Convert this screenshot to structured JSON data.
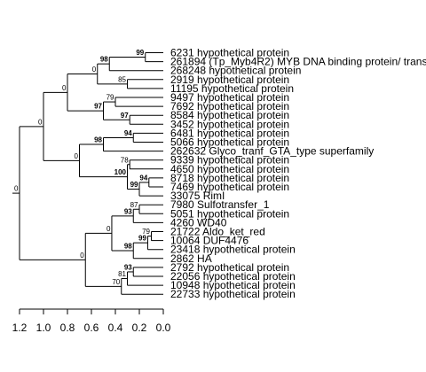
{
  "tips": [
    {
      "id": "t1",
      "label": "6231 hypothetical protein"
    },
    {
      "id": "t2",
      "label": "261894 (Tp_Myb4R2) MYB DNA binding protein/ trans"
    },
    {
      "id": "t3",
      "label": "268248 hypothetical protein"
    },
    {
      "id": "t4",
      "label": "2919 hypothetical protein"
    },
    {
      "id": "t5",
      "label": "11195 hypothetical protein"
    },
    {
      "id": "t6",
      "label": "9497 hypothetical protein"
    },
    {
      "id": "t7",
      "label": "7692 hypothetical protein"
    },
    {
      "id": "t8",
      "label": "8584 hypothetical protein"
    },
    {
      "id": "t9",
      "label": "3452 hypothetical protein"
    },
    {
      "id": "t10",
      "label": "6481 hypothetical protein"
    },
    {
      "id": "t11",
      "label": "5066 hypothetical protein"
    },
    {
      "id": "t12",
      "label": "262632 Glyco_tranf_GTA_type superfamily"
    },
    {
      "id": "t13",
      "label": "9339 hypothetical protein"
    },
    {
      "id": "t14",
      "label": "4650 hypothetical protein"
    },
    {
      "id": "t15",
      "label": "8718 hypothetical protein"
    },
    {
      "id": "t16",
      "label": "7469 hypothetical protein"
    },
    {
      "id": "t17",
      "label": "33075 RimI"
    },
    {
      "id": "t18",
      "label": "7980 Sulfotransfer_1"
    },
    {
      "id": "t19",
      "label": "5051 hypothetical protein"
    },
    {
      "id": "t20",
      "label": "4260 WD40"
    },
    {
      "id": "t21",
      "label": "21722 Aldo_ket_red"
    },
    {
      "id": "t22",
      "label": "10064 DUF4476"
    },
    {
      "id": "t23",
      "label": "23418 hypothetical protein"
    },
    {
      "id": "t24",
      "label": "2862 HA"
    },
    {
      "id": "t25",
      "label": "2792 hypothetical protein"
    },
    {
      "id": "t26",
      "label": "22056 hypothetical protein"
    },
    {
      "id": "t27",
      "label": "10948 hypothetical protein"
    },
    {
      "id": "t28",
      "label": "22733 hypothetical protein"
    }
  ],
  "tree": {
    "id": "root",
    "h": 1.2,
    "boot": "0",
    "children": [
      {
        "id": "A",
        "h": 1.0,
        "boot": "0",
        "children": [
          {
            "id": "A1",
            "h": 0.8,
            "boot": "0",
            "children": [
              {
                "id": "A1a",
                "h": 0.55,
                "boot": "0",
                "children": [
                  {
                    "id": "A1a1",
                    "h": 0.45,
                    "boot": "98",
                    "bold": true,
                    "children": [
                      {
                        "id": "A1a1x",
                        "h": 0.15,
                        "boot": "99",
                        "bold": true,
                        "children": [
                          {
                            "tip": "t1"
                          },
                          {
                            "tip": "t2"
                          }
                        ]
                      },
                      {
                        "tip": "t3"
                      }
                    ]
                  },
                  {
                    "id": "A1a2",
                    "h": 0.3,
                    "boot": "85",
                    "children": [
                      {
                        "tip": "t4"
                      },
                      {
                        "tip": "t5"
                      }
                    ]
                  }
                ]
              },
              {
                "id": "A1b",
                "h": 0.5,
                "boot": "97",
                "bold": true,
                "children": [
                  {
                    "id": "A1b1",
                    "h": 0.4,
                    "boot": "79",
                    "children": [
                      {
                        "tip": "t6"
                      },
                      {
                        "tip": "t7"
                      }
                    ]
                  },
                  {
                    "id": "A1b2",
                    "h": 0.28,
                    "boot": "97",
                    "bold": true,
                    "children": [
                      {
                        "tip": "t8"
                      },
                      {
                        "tip": "t9"
                      }
                    ]
                  }
                ]
              }
            ]
          },
          {
            "id": "A2",
            "h": 0.7,
            "boot": "0",
            "children": [
              {
                "id": "A2a",
                "h": 0.5,
                "boot": "98",
                "bold": true,
                "children": [
                  {
                    "id": "A2a1",
                    "h": 0.25,
                    "boot": "94",
                    "bold": true,
                    "children": [
                      {
                        "tip": "t10"
                      },
                      {
                        "tip": "t11"
                      }
                    ]
                  },
                  {
                    "tip": "t12"
                  }
                ]
              },
              {
                "id": "A2b",
                "h": 0.3,
                "boot": "100",
                "bold": true,
                "children": [
                  {
                    "id": "A2b1",
                    "h": 0.28,
                    "boot": "78",
                    "children": [
                      {
                        "tip": "t13"
                      },
                      {
                        "tip": "t14"
                      }
                    ]
                  },
                  {
                    "id": "A2b2",
                    "h": 0.2,
                    "boot": "99",
                    "bold": true,
                    "children": [
                      {
                        "id": "A2b2x",
                        "h": 0.12,
                        "boot": "94",
                        "bold": true,
                        "children": [
                          {
                            "tip": "t15"
                          },
                          {
                            "tip": "t16"
                          }
                        ]
                      },
                      {
                        "tip": "t17"
                      }
                    ]
                  }
                ]
              }
            ]
          }
        ]
      },
      {
        "id": "B",
        "h": 0.65,
        "boot": "0",
        "children": [
          {
            "id": "B1",
            "h": 0.43,
            "boot": "0",
            "children": [
              {
                "id": "B1a",
                "h": 0.25,
                "boot": "93",
                "bold": true,
                "children": [
                  {
                    "id": "B1a1",
                    "h": 0.2,
                    "boot": "87",
                    "children": [
                      {
                        "tip": "t18"
                      },
                      {
                        "tip": "t19"
                      }
                    ]
                  },
                  {
                    "tip": "t20"
                  }
                ]
              },
              {
                "id": "B1b",
                "h": 0.25,
                "boot": "98",
                "bold": true,
                "children": [
                  {
                    "id": "B1b1",
                    "h": 0.13,
                    "boot": "99",
                    "bold": true,
                    "children": [
                      {
                        "id": "B1b1x",
                        "h": 0.1,
                        "boot": "79",
                        "children": [
                          {
                            "tip": "t21"
                          },
                          {
                            "tip": "t22"
                          }
                        ]
                      },
                      {
                        "tip": "t23"
                      }
                    ]
                  },
                  {
                    "tip": "t24"
                  }
                ]
              }
            ]
          },
          {
            "id": "B2",
            "h": 0.35,
            "boot": "70",
            "children": [
              {
                "id": "B2a",
                "h": 0.3,
                "boot": "81",
                "children": [
                  {
                    "id": "B2a1",
                    "h": 0.25,
                    "boot": "93",
                    "bold": true,
                    "children": [
                      {
                        "tip": "t25"
                      },
                      {
                        "tip": "t26"
                      }
                    ]
                  },
                  {
                    "tip": "t27"
                  }
                ]
              },
              {
                "tip": "t28"
              }
            ]
          }
        ]
      }
    ]
  },
  "axis": {
    "ticks": [
      "1.2",
      "1.0",
      "0.8",
      "0.6",
      "0.4",
      "0.2",
      "0.0"
    ],
    "tick_values": [
      1.2,
      1.0,
      0.8,
      0.6,
      0.4,
      0.2,
      0.0
    ]
  }
}
